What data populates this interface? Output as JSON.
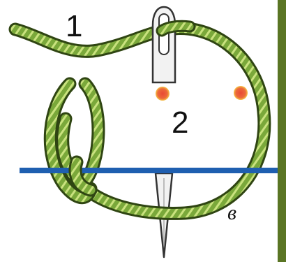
{
  "figure": {
    "labels": {
      "one": "1",
      "two": "2",
      "letter": "в"
    },
    "colors": {
      "background": "#ffffff",
      "right_border": "#5a7524",
      "thread_fill": "#7aa83a",
      "thread_outline": "#2f4512",
      "thread_twist": "#c9e27e",
      "needle_fill": "#f2f2f2",
      "needle_outline": "#333333",
      "baseline": "#1f5fb0",
      "marker": "#e84a34",
      "marker_glow": "#f6c344"
    },
    "icons": [
      "needle-icon",
      "thread-loop",
      "marker-dot",
      "fabric-line"
    ]
  }
}
